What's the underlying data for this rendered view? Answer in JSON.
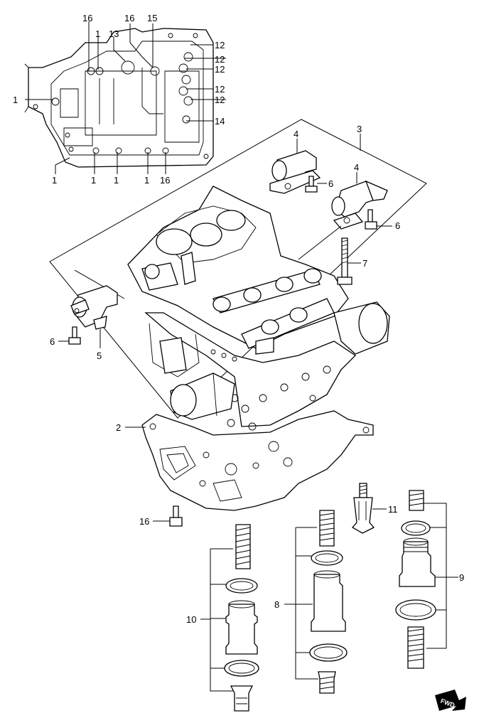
{
  "labels": {
    "p1": "1",
    "p2": "2",
    "p3": "3",
    "p4": "4",
    "p5": "5",
    "p6": "6",
    "p7": "7",
    "p8": "8",
    "p9": "9",
    "p10": "10",
    "p11": "11",
    "p12": "12",
    "p13": "13",
    "p14": "14",
    "p15": "15",
    "p16": "16"
  },
  "fwd_marker": "FWD"
}
